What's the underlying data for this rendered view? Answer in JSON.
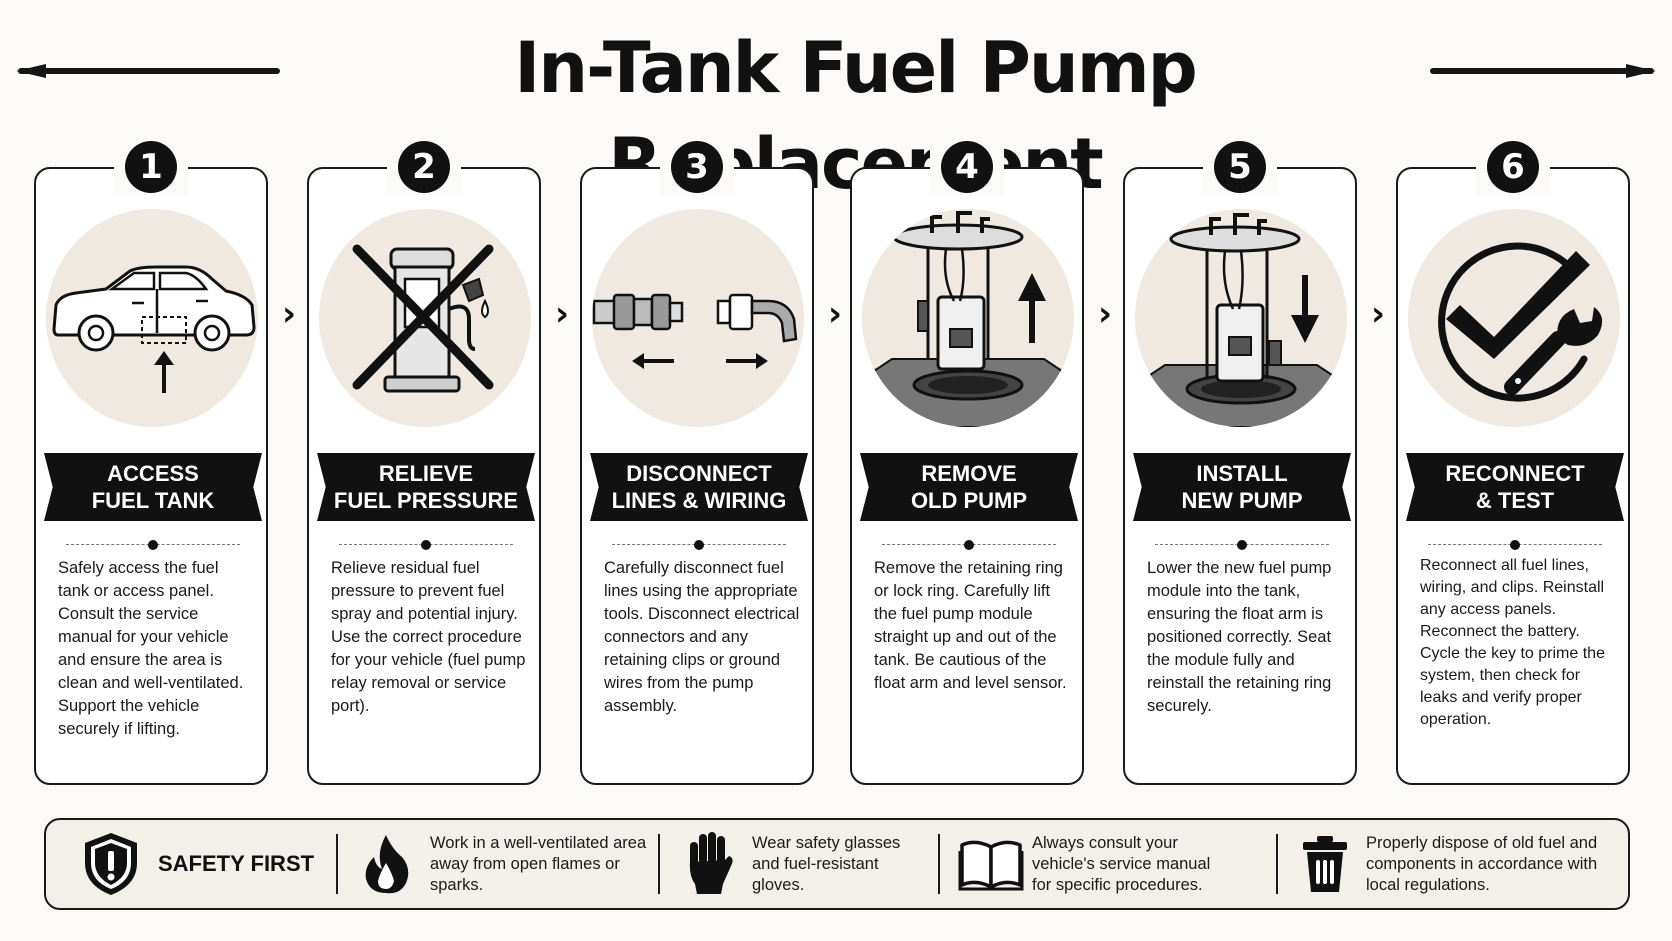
{
  "title": "In-Tank Fuel Pump Replacement",
  "steps": [
    {
      "number": "1",
      "heading_line1": "ACCESS",
      "heading_line2": "FUEL TANK",
      "description": "Safely access the fuel tank or access panel. Consult the service manual for your vehicle and ensure the area is clean and well-ventilated. Support the vehicle securely if lifting.",
      "icon": "car-underside-icon"
    },
    {
      "number": "2",
      "heading_line1": "RELIEVE",
      "heading_line2": "FUEL PRESSURE",
      "description": "Relieve residual fuel pressure to prevent fuel spray and potential injury. Use the correct procedure for your vehicle (fuel pump relay removal or service port).",
      "icon": "crossed-fuel-pump-icon"
    },
    {
      "number": "3",
      "heading_line1": "DISCONNECT",
      "heading_line2": "LINES & WIRING",
      "description": "Carefully disconnect fuel lines using the appropriate tools. Disconnect electrical connectors and any retaining clips or ground wires from the pump assembly.",
      "icon": "disconnect-lines-icon"
    },
    {
      "number": "4",
      "heading_line1": "REMOVE",
      "heading_line2": "OLD PUMP",
      "description": "Remove the retaining ring or lock ring. Carefully lift the fuel pump module straight up and out of the tank. Be cautious of the float arm and level sensor.",
      "icon": "pump-module-up-icon"
    },
    {
      "number": "5",
      "heading_line1": "INSTALL",
      "heading_line2": "NEW PUMP",
      "description": "Lower the new fuel pump module into the tank, ensuring the float arm is positioned correctly. Seat the module fully and reinstall the retaining ring securely.",
      "icon": "pump-module-down-icon"
    },
    {
      "number": "6",
      "heading_line1": "RECONNECT",
      "heading_line2": "& TEST",
      "description": "Reconnect all fuel lines, wiring, and clips. Reinstall any access panels. Reconnect the battery. Cycle the key to prime the system, then check for leaks and verify proper operation.",
      "icon": "check-wrench-icon"
    }
  ],
  "safety": {
    "heading": "SAFETY FIRST",
    "items": [
      {
        "text": "Work in a well-ventilated area away from open flames or sparks.",
        "icon": "flame-icon"
      },
      {
        "text": "Wear safety glasses and fuel-resistant gloves.",
        "icon": "glove-icon"
      },
      {
        "text": "Always consult your vehicle's service manual for specific procedures.",
        "icon": "book-icon"
      },
      {
        "text": "Properly dispose of old fuel and components in accordance with local regulations.",
        "icon": "trash-icon"
      }
    ]
  },
  "colors": {
    "ink": "#111111",
    "illustration_bg": "#efe9e1",
    "panel_bg": "#f3efe9"
  }
}
